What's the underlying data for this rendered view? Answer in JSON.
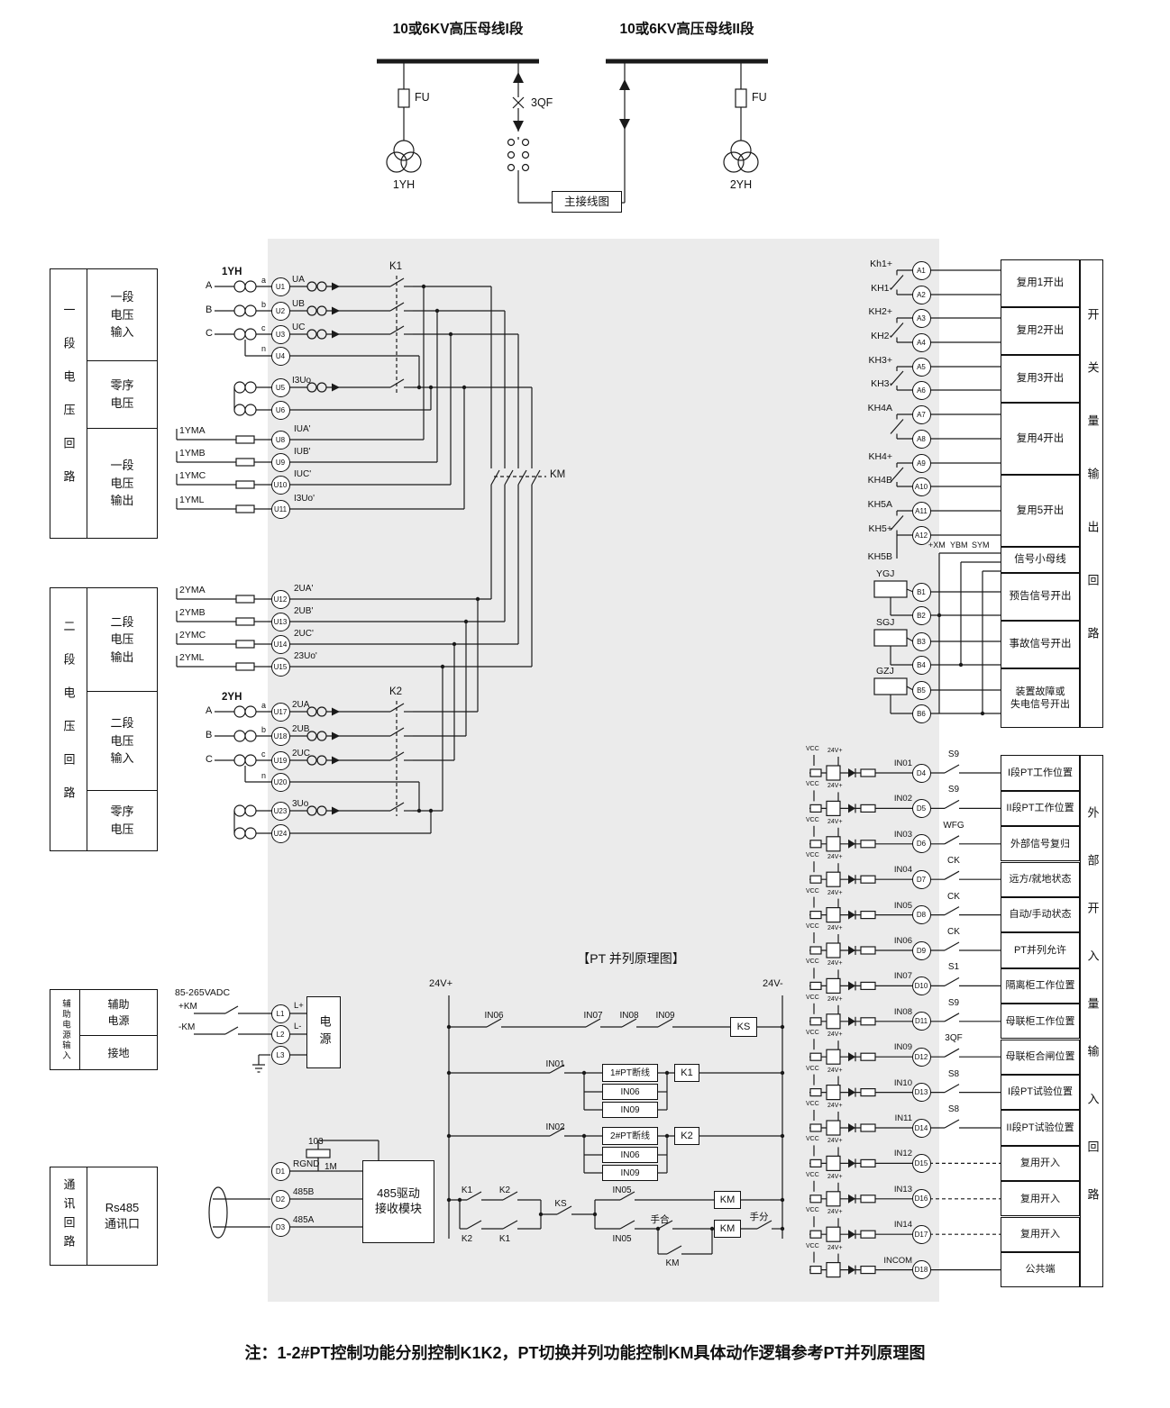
{
  "top": {
    "bus1": "10或6KV高压母线I段",
    "bus2": "10或6KV高压母线II段",
    "fu1": "FU",
    "fu2": "FU",
    "qf": "3QF",
    "pt1": "1YH",
    "pt2": "2YH",
    "main_box": "主接线图"
  },
  "left_panels": {
    "p1": {
      "side": "一段电压回路",
      "c1": "一段电压输入",
      "c2": "零序电压",
      "c3": "一段电压输出"
    },
    "p2": {
      "side": "二段电压回路",
      "c1": "二段电压输出",
      "c2": "二段电压输入",
      "c3": "零序电压"
    },
    "p3": {
      "side": "辅助电源输入",
      "c1": "辅助电源",
      "c2": "接地"
    },
    "p4": {
      "side": "通讯回路",
      "c1": "Rs485",
      "c2": "通讯口"
    }
  },
  "pt1_group": {
    "title": "1YH",
    "k_label": "K1",
    "phases": [
      "A",
      "B",
      "C"
    ],
    "sec": [
      "a",
      "b",
      "c",
      "n"
    ],
    "terminals": [
      {
        "id": "U1",
        "sig": "UA"
      },
      {
        "id": "U2",
        "sig": "UB"
      },
      {
        "id": "U3",
        "sig": "UC"
      },
      {
        "id": "U4",
        "sig": ""
      },
      {
        "id": "U5",
        "sig": "I3Uo"
      },
      {
        "id": "U6",
        "sig": ""
      }
    ]
  },
  "km_label": "KM",
  "sec1_out": {
    "rows": [
      {
        "tag": "1YMA",
        "id": "U8",
        "sig": "IUA'"
      },
      {
        "tag": "1YMB",
        "id": "U9",
        "sig": "IUB'"
      },
      {
        "tag": "1YMC",
        "id": "U10",
        "sig": "IUC'"
      },
      {
        "tag": "1YML",
        "id": "U11",
        "sig": "I3Uo'"
      }
    ]
  },
  "sec2_out": {
    "rows": [
      {
        "tag": "2YMA",
        "id": "U12",
        "sig": "2UA'"
      },
      {
        "tag": "2YMB",
        "id": "U13",
        "sig": "2UB'"
      },
      {
        "tag": "2YMC",
        "id": "U14",
        "sig": "2UC'"
      },
      {
        "tag": "2YML",
        "id": "U15",
        "sig": "23Uo'"
      }
    ]
  },
  "pt2_group": {
    "title": "2YH",
    "k_label": "K2",
    "phases": [
      "A",
      "B",
      "C"
    ],
    "sec": [
      "a",
      "b",
      "c",
      "n"
    ],
    "terminals": [
      {
        "id": "U17",
        "sig": "2UA"
      },
      {
        "id": "U18",
        "sig": "2UB"
      },
      {
        "id": "U19",
        "sig": "2UC"
      },
      {
        "id": "U20",
        "sig": ""
      },
      {
        "id": "U23",
        "sig": "3Uo"
      },
      {
        "id": "U24",
        "sig": ""
      }
    ]
  },
  "outputs": {
    "rows": [
      {
        "contact": "Kh1+",
        "id": "A1"
      },
      {
        "contact": "KH1-",
        "id": "A2"
      },
      {
        "contact": "KH2+",
        "id": "A3"
      },
      {
        "contact": "KH2-",
        "id": "A4"
      },
      {
        "contact": "KH3+",
        "id": "A5"
      },
      {
        "contact": "KH3-",
        "id": "A6"
      },
      {
        "contact": "KH4A",
        "id": "A7"
      },
      {
        "contact": "",
        "id": "A8"
      },
      {
        "contact": "KH4+",
        "id": "A9"
      },
      {
        "contact": "KH4B",
        "id": "A10"
      },
      {
        "contact": "KH5A",
        "id": "A11"
      },
      {
        "contact": "KH5+",
        "id": "A12"
      }
    ],
    "extra_contact": "KH5B",
    "bus_labels": [
      "+XM",
      "YBM",
      "SYM"
    ],
    "relays": [
      {
        "name": "YGJ",
        "t1": "B1",
        "t2": "B2"
      },
      {
        "name": "SGJ",
        "t1": "B3",
        "t2": "B4"
      },
      {
        "name": "GZJ",
        "t1": "B5",
        "t2": "B6"
      }
    ],
    "boxes": [
      {
        "t": "复用1开出"
      },
      {
        "t": "复用2开出"
      },
      {
        "t": "复用3开出"
      },
      {
        "t": "复用4开出"
      },
      {
        "t": "复用5开出"
      },
      {
        "t": "信号小母线"
      },
      {
        "t": "预告信号开出"
      },
      {
        "t": "事故信号开出"
      },
      {
        "t": "装置故障或",
        "t2": "失电信号开出"
      }
    ],
    "column": "开关量输出回路"
  },
  "inputs": {
    "rail_vcc": "VCC",
    "rail_24v": "24V+",
    "rows": [
      {
        "in": "IN01",
        "id": "D4",
        "sw": "S9",
        "label": "I段PT工作位置"
      },
      {
        "in": "IN02",
        "id": "D5",
        "sw": "S9",
        "label": "II段PT工作位置"
      },
      {
        "in": "IN03",
        "id": "D6",
        "sw": "WFG",
        "label": "外部信号复归"
      },
      {
        "in": "IN04",
        "id": "D7",
        "sw": "CK",
        "label": "远方/就地状态"
      },
      {
        "in": "IN05",
        "id": "D8",
        "sw": "CK",
        "label": "自动/手动状态"
      },
      {
        "in": "IN06",
        "id": "D9",
        "sw": "CK",
        "label": "PT并列允许"
      },
      {
        "in": "IN07",
        "id": "D10",
        "sw": "S1",
        "label": "隔离柜工作位置"
      },
      {
        "in": "IN08",
        "id": "D11",
        "sw": "S9",
        "label": "母联柜工作位置"
      },
      {
        "in": "IN09",
        "id": "D12",
        "sw": "3QF",
        "label": "母联柜合闸位置"
      },
      {
        "in": "IN10",
        "id": "D13",
        "sw": "S8",
        "label": "I段PT试验位置"
      },
      {
        "in": "IN11",
        "id": "D14",
        "sw": "S8",
        "label": "II段PT试验位置"
      },
      {
        "in": "IN12",
        "id": "D15",
        "sw": "",
        "label": "复用开入"
      },
      {
        "in": "IN13",
        "id": "D16",
        "sw": "",
        "label": "复用开入"
      },
      {
        "in": "IN14",
        "id": "D17",
        "sw": "",
        "label": "复用开入"
      },
      {
        "in": "INCOM",
        "id": "D18",
        "sw": "",
        "label": "公共端"
      }
    ],
    "column": "外部开入量输入回路"
  },
  "pt_logic": {
    "title": "【PT 并列原理图】",
    "rail_pos": "24V+",
    "rail_neg": "24V-",
    "row1": {
      "c1": "IN06",
      "c2": "IN07",
      "c3": "IN08",
      "c4": "IN09",
      "coil": "KS"
    },
    "row2": {
      "c1": "IN01",
      "box": "1#PT断线",
      "coil": "K1",
      "b1": "IN06",
      "b2": "IN09"
    },
    "row3": {
      "c1": "IN02",
      "box": "2#PT断线",
      "coil": "K2",
      "b1": "IN06",
      "b2": "IN09"
    },
    "row4": {
      "k1": "K1",
      "k2": "K2",
      "k2b": "K2",
      "k1b": "K1",
      "ks": "KS",
      "in05a": "IN05",
      "coil1": "KM",
      "in05b": "IN05",
      "shou_he": "手合",
      "coil2": "KM",
      "shou_fen": "手分",
      "km_seal": "KM"
    }
  },
  "power": {
    "voltage": "85-265VADC",
    "plus_km": "+KM",
    "minus_km": "-KM",
    "terminals": [
      {
        "id": "L1",
        "sig": "L+"
      },
      {
        "id": "L2",
        "sig": "L-"
      },
      {
        "id": "L3",
        "sig": ""
      }
    ],
    "box": "电源"
  },
  "comm": {
    "terminals": [
      {
        "id": "D1",
        "sig": "RGND"
      },
      {
        "id": "D2",
        "sig": "485B"
      },
      {
        "id": "D3",
        "sig": "485A"
      }
    ],
    "r1": "103",
    "r2": "1M",
    "module_line1": "485驱动",
    "module_line2": "接收模块"
  },
  "note": "注：1-2#PT控制功能分别控制K1K2，PT切换并列功能控制KM具体动作逻辑参考PT并列原理图"
}
